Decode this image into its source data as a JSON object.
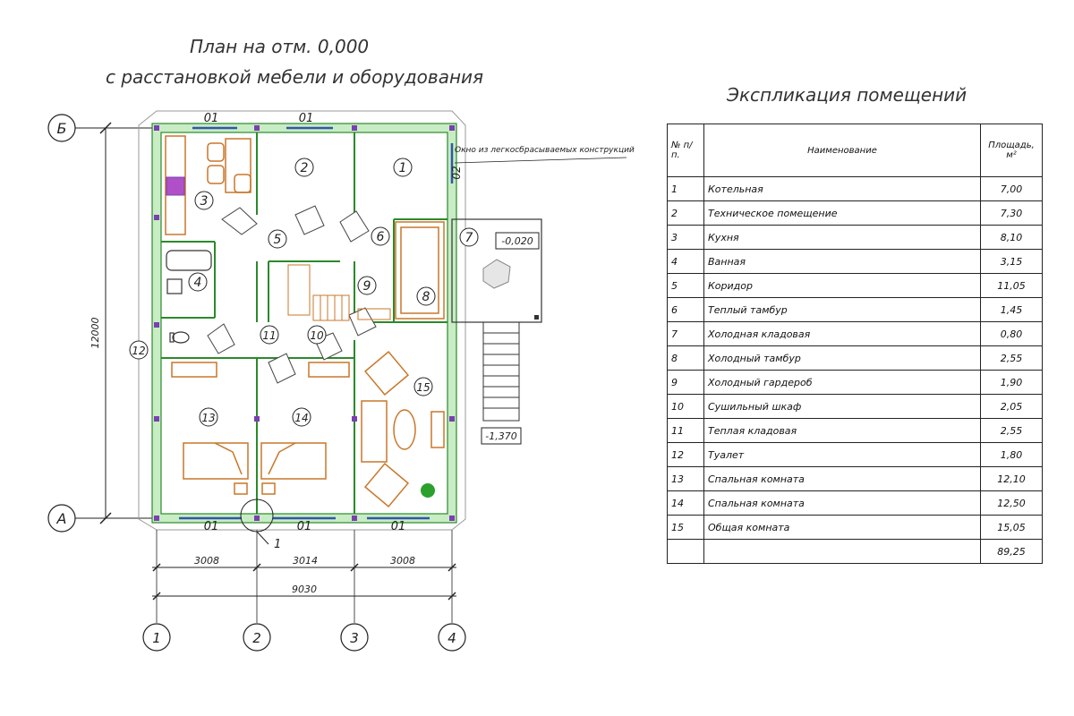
{
  "plan": {
    "title_line1": "План на отм. 0,000",
    "title_line2": "с расстановкой мебели и оборудования",
    "axis_rows": [
      "Б",
      "А"
    ],
    "axis_cols": [
      "1",
      "2",
      "3",
      "4"
    ],
    "height_dim": "12000",
    "dims_bottom": [
      "3008",
      "3014",
      "3008"
    ],
    "total_dim": "9030",
    "window_marks": [
      "01",
      "01",
      "01",
      "01",
      "01",
      "02"
    ],
    "window_note": "Окно из легкосбрасываемых конструкций",
    "level_porch": "-0,020",
    "level_ground": "-1,370",
    "section_mark": "1",
    "room_numbers": [
      "1",
      "2",
      "3",
      "4",
      "5",
      "6",
      "7",
      "8",
      "9",
      "10",
      "11",
      "12",
      "13",
      "14",
      "15"
    ]
  },
  "explication": {
    "title": "Экспликация помещений",
    "col_no": "№ п/п.",
    "col_name": "Наименование",
    "col_area": "Площадь, м²",
    "rows": [
      {
        "no": "1",
        "name": "Котельная",
        "area": "7,00"
      },
      {
        "no": "2",
        "name": "Техническое помещение",
        "area": "7,30"
      },
      {
        "no": "3",
        "name": "Кухня",
        "area": "8,10"
      },
      {
        "no": "4",
        "name": "Ванная",
        "area": "3,15"
      },
      {
        "no": "5",
        "name": "Коридор",
        "area": "11,05"
      },
      {
        "no": "6",
        "name": "Теплый тамбур",
        "area": "1,45"
      },
      {
        "no": "7",
        "name": "Холодная кладовая",
        "area": "0,80"
      },
      {
        "no": "8",
        "name": "Холодный тамбур",
        "area": "2,55"
      },
      {
        "no": "9",
        "name": "Холодный гардероб",
        "area": "1,90"
      },
      {
        "no": "10",
        "name": "Сушильный шкаф",
        "area": "2,05"
      },
      {
        "no": "11",
        "name": "Теплая кладовая",
        "area": "2,55"
      },
      {
        "no": "12",
        "name": "Туалет",
        "area": "1,80"
      },
      {
        "no": "13",
        "name": "Спальная комната",
        "area": "12,10"
      },
      {
        "no": "14",
        "name": "Спальная комната",
        "area": "12,50"
      },
      {
        "no": "15",
        "name": "Общая комната",
        "area": "15,05"
      }
    ],
    "total": "89,25"
  },
  "colors": {
    "wall_fill": "#c8ecc4",
    "wall_line": "#2a8a2a",
    "furniture": "#c8772a",
    "column_marker": "#7a3fb0",
    "window": "#3355aa"
  }
}
